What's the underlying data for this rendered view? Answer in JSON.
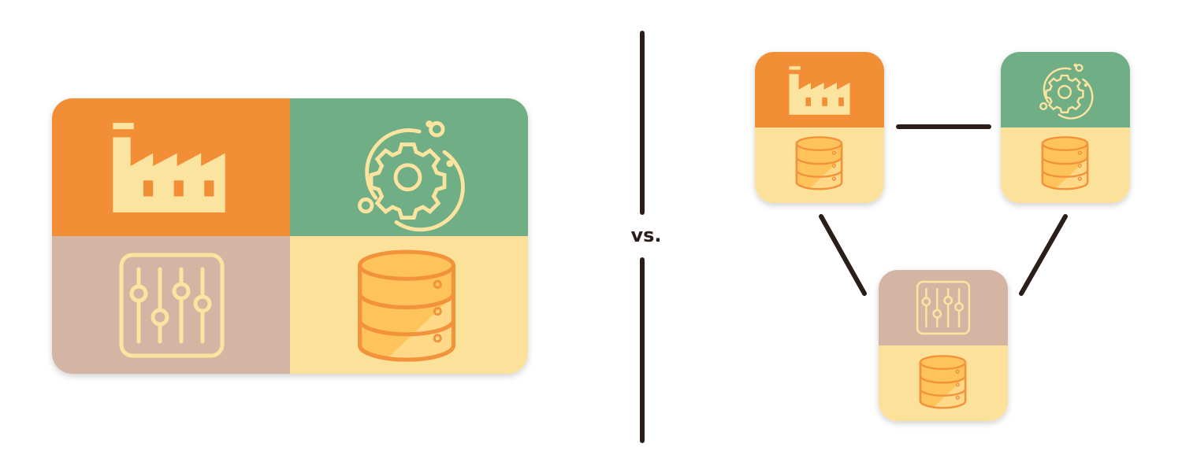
{
  "divider": {
    "label": "vs."
  },
  "colors": {
    "orange": "#F28E36",
    "green": "#6FAE85",
    "taupe": "#D4B5A3",
    "cream": "#FCE19A",
    "icon_cream": "#FBE3A0",
    "db_fill": "#FFC35C",
    "db_stroke": "#F2933C",
    "line": "#2b1d17"
  },
  "monolith": {
    "quadrants": [
      {
        "id": "factory",
        "icon": "factory-icon",
        "color": "orange"
      },
      {
        "id": "gear-cycle",
        "icon": "gear-cycle-icon",
        "color": "green"
      },
      {
        "id": "controls",
        "icon": "sliders-icon",
        "color": "taupe"
      },
      {
        "id": "database",
        "icon": "database-icon",
        "color": "cream"
      }
    ]
  },
  "microservices": {
    "nodes": [
      {
        "id": "factory-service",
        "top_icon": "factory-icon",
        "bottom_icon": "database-icon",
        "top_color": "orange"
      },
      {
        "id": "gear-service",
        "top_icon": "gear-cycle-icon",
        "bottom_icon": "database-icon",
        "top_color": "green"
      },
      {
        "id": "controls-service",
        "top_icon": "sliders-icon",
        "bottom_icon": "database-icon",
        "top_color": "taupe"
      }
    ]
  }
}
